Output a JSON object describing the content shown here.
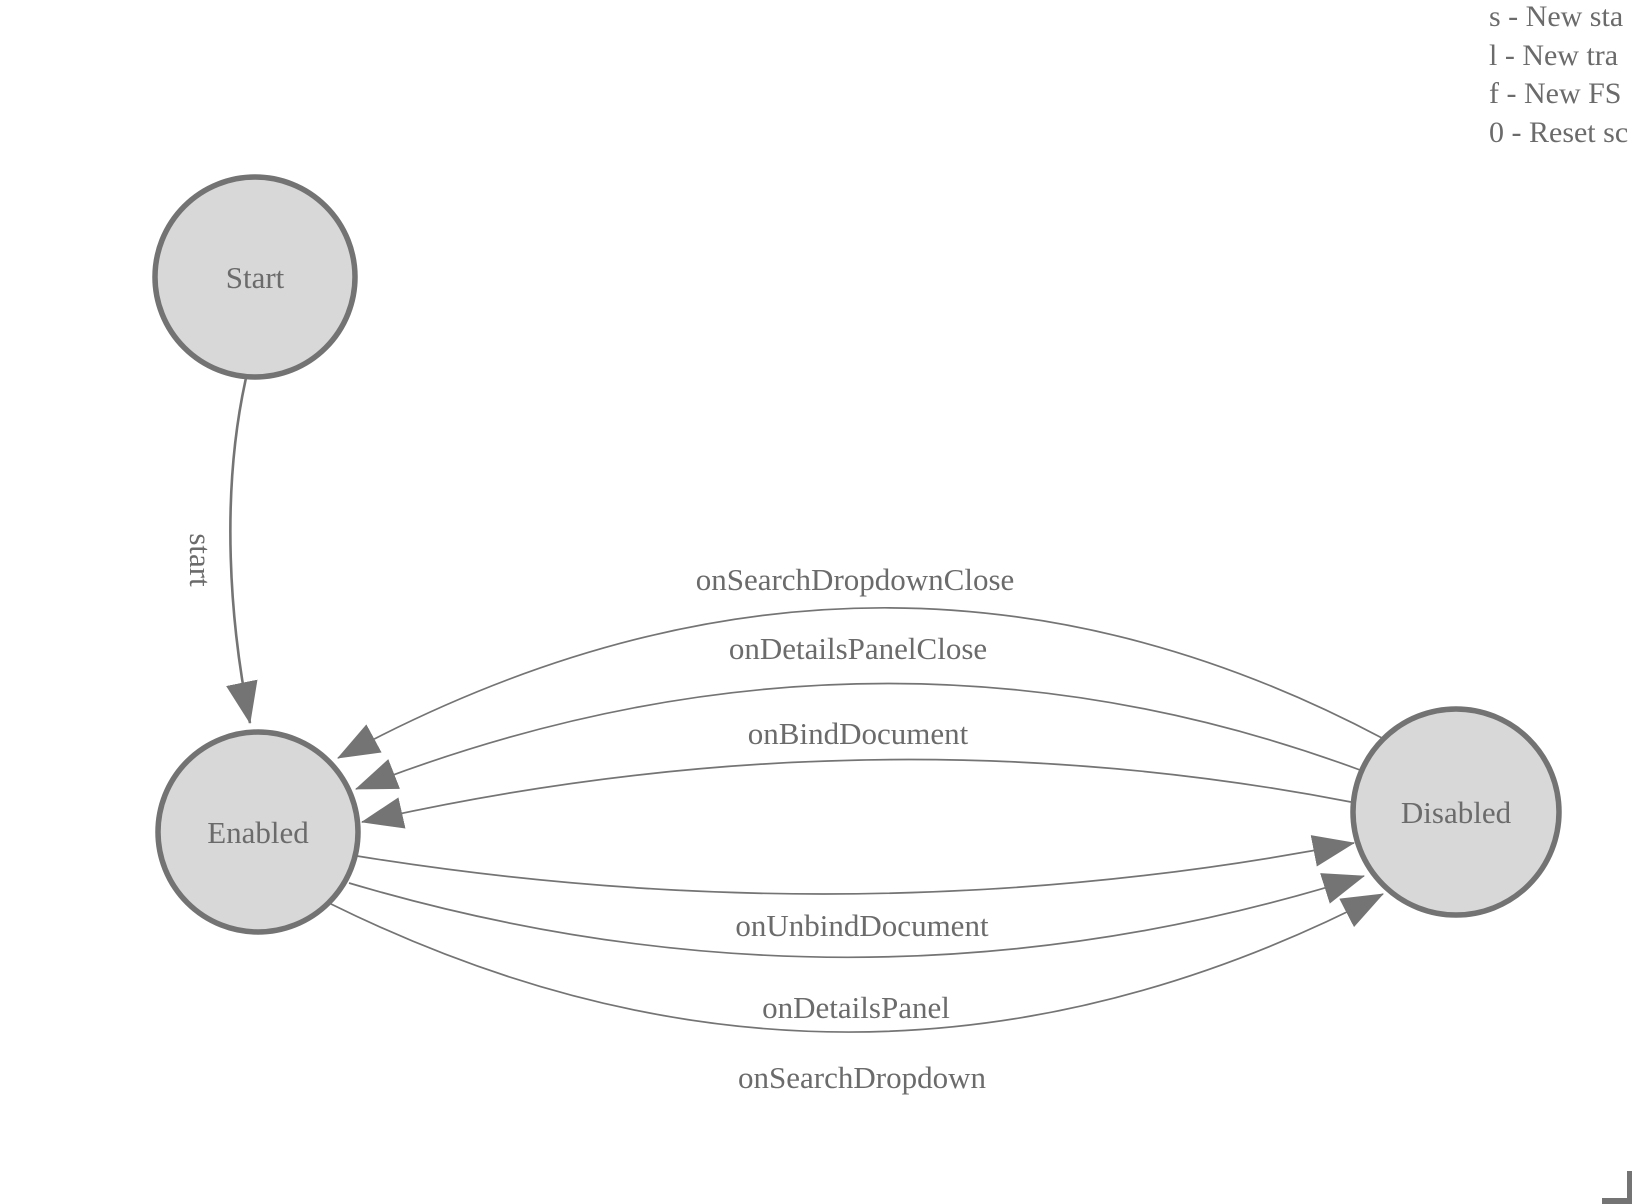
{
  "legend": {
    "items": [
      {
        "text": "s - New sta"
      },
      {
        "text": "l - New tra"
      },
      {
        "text": "f - New FS"
      },
      {
        "text": "0 - Reset sc"
      }
    ]
  },
  "diagram": {
    "states": [
      {
        "id": "start",
        "label": "Start"
      },
      {
        "id": "enabled",
        "label": "Enabled"
      },
      {
        "id": "disabled",
        "label": "Disabled"
      }
    ],
    "transitions": [
      {
        "label": "start",
        "from": "Start",
        "to": "Enabled"
      },
      {
        "label": "onSearchDropdownClose",
        "from": "Disabled",
        "to": "Enabled"
      },
      {
        "label": "onDetailsPanelClose",
        "from": "Disabled",
        "to": "Enabled"
      },
      {
        "label": "onBindDocument",
        "from": "Disabled",
        "to": "Enabled"
      },
      {
        "label": "onUnbindDocument",
        "from": "Enabled",
        "to": "Disabled"
      },
      {
        "label": "onDetailsPanel",
        "from": "Enabled",
        "to": "Disabled"
      },
      {
        "label": "onSearchDropdown",
        "from": "Enabled",
        "to": "Disabled"
      }
    ],
    "colors": {
      "node_fill": "#d8d8d8",
      "node_stroke": "#737373",
      "edge_stroke": "#747474",
      "label_text": "#6b6b6b"
    }
  }
}
